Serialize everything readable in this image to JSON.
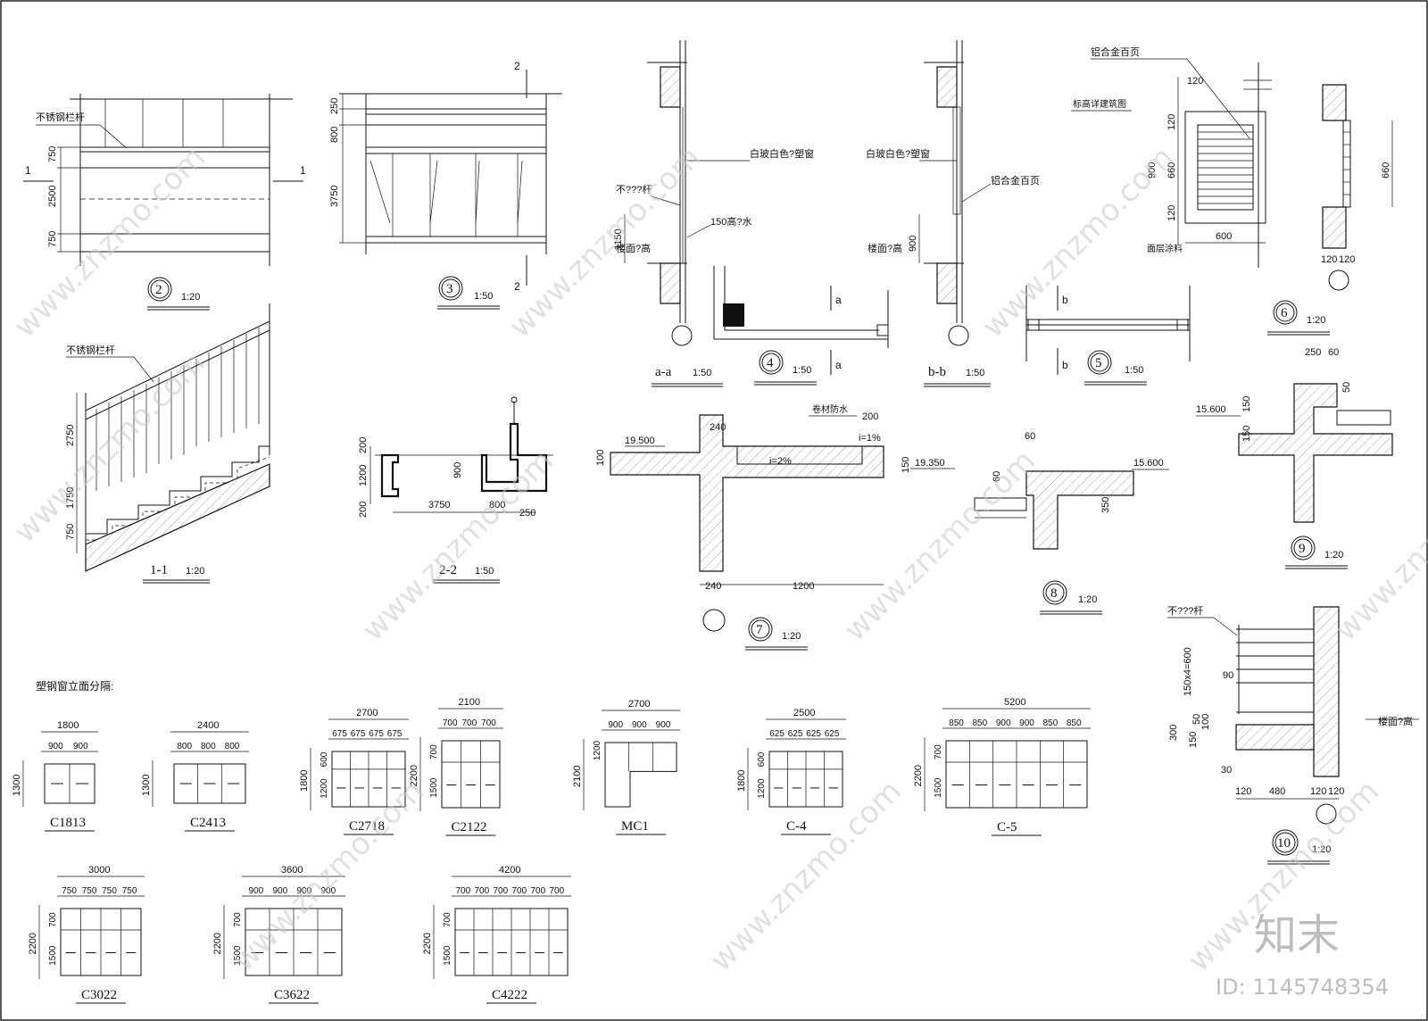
{
  "labels": {
    "railing": "不锈钢栏杆",
    "louver": "铝合金百页",
    "paint_white": "白玻白色?塑窗",
    "railing_short": "不???杆",
    "water_stop": "150高?水",
    "floor_mark": "楼面?高",
    "louver_detail_title": "铝合金百页",
    "louver_ref": "标高详建筑图",
    "paint_face": "面层涂料",
    "membrane": "卷材防水",
    "slope": "i=2%",
    "slope2": "i=1%",
    "window_title": "塑钢窗立面分隔:"
  },
  "details": {
    "d2": {
      "num": "2",
      "scale": "1:20",
      "dims": [
        "750",
        "2500",
        "750"
      ],
      "cut": "1"
    },
    "d3": {
      "num": "3",
      "scale": "1:50",
      "dims": [
        "250",
        "800",
        "3750"
      ],
      "cut": "2"
    },
    "d11": {
      "title": "1-1",
      "scale": "1:20",
      "dims": [
        "2750",
        "1750",
        "750"
      ]
    },
    "d22": {
      "title": "2-2",
      "scale": "1:50",
      "dims": [
        "200",
        "1200",
        "200",
        "900",
        "3750",
        "800",
        "250"
      ]
    },
    "d4": {
      "num": "4",
      "scale": "1:50",
      "dims": [
        "1150"
      ],
      "cut": "a"
    },
    "daa": {
      "title": "a-a",
      "scale": "1:50"
    },
    "d5": {
      "num": "5",
      "scale": "1:50",
      "dims": [
        "900"
      ],
      "cut": "b"
    },
    "dbb": {
      "title": "b-b",
      "scale": "1:50"
    },
    "d6": {
      "num": "6",
      "scale": "1:20",
      "dims": [
        "120",
        "120",
        "900",
        "660",
        "120",
        "600",
        "660",
        "120",
        "120"
      ]
    },
    "d7": {
      "num": "7",
      "scale": "1:20",
      "dims": [
        "240",
        "200",
        "100",
        "19.500",
        "19.350",
        "150",
        "240",
        "1200"
      ]
    },
    "d8": {
      "num": "8",
      "scale": "1:20",
      "dims": [
        "60",
        "60",
        "350",
        "15.600"
      ]
    },
    "d9": {
      "num": "9",
      "scale": "1:20",
      "dims": [
        "250",
        "60",
        "50",
        "150",
        "150",
        "15.600"
      ]
    },
    "d10": {
      "num": "10",
      "scale": "1:20",
      "dims": [
        "150x4=600",
        "90",
        "100",
        "50",
        "300",
        "150",
        "30",
        "120",
        "480",
        "120",
        "120"
      ]
    }
  },
  "windows": [
    {
      "name": "C1813",
      "w": "1800",
      "parts": [
        "900",
        "900"
      ],
      "h": "1300",
      "subh": []
    },
    {
      "name": "C2413",
      "w": "2400",
      "parts": [
        "800",
        "800",
        "800"
      ],
      "h": "1300",
      "subh": []
    },
    {
      "name": "C2718",
      "w": "2700",
      "parts": [
        "675",
        "675",
        "675",
        "675"
      ],
      "h": "1800",
      "subh": [
        "600",
        "1200"
      ]
    },
    {
      "name": "C2122",
      "w": "2100",
      "parts": [
        "700",
        "700",
        "700"
      ],
      "h": "2200",
      "subh": [
        "700",
        "1500"
      ]
    },
    {
      "name": "MC1",
      "w": "2700",
      "parts": [
        "900",
        "900",
        "900"
      ],
      "h": "2100",
      "subh": [
        "1200"
      ]
    },
    {
      "name": "C-4",
      "w": "2500",
      "parts": [
        "625",
        "625",
        "625",
        "625"
      ],
      "h": "1800",
      "subh": [
        "600",
        "1200"
      ]
    },
    {
      "name": "C-5",
      "w": "5200",
      "parts": [
        "850",
        "850",
        "900",
        "900",
        "850",
        "850"
      ],
      "h": "2200",
      "subh": [
        "700",
        "1500"
      ]
    },
    {
      "name": "C3022",
      "w": "3000",
      "parts": [
        "750",
        "750",
        "750",
        "750"
      ],
      "h": "2200",
      "subh": [
        "700",
        "1500"
      ]
    },
    {
      "name": "C3622",
      "w": "3600",
      "parts": [
        "900",
        "900",
        "900",
        "900"
      ],
      "h": "2200",
      "subh": [
        "700",
        "1500"
      ]
    },
    {
      "name": "C4222",
      "w": "4200",
      "parts": [
        "700",
        "700",
        "700",
        "700",
        "700",
        "700"
      ],
      "h": "2200",
      "subh": [
        "700",
        "1500"
      ]
    }
  ],
  "watermark": {
    "site": "www.znzmo.com",
    "brand": "知末",
    "id": "ID: 1145748354"
  }
}
